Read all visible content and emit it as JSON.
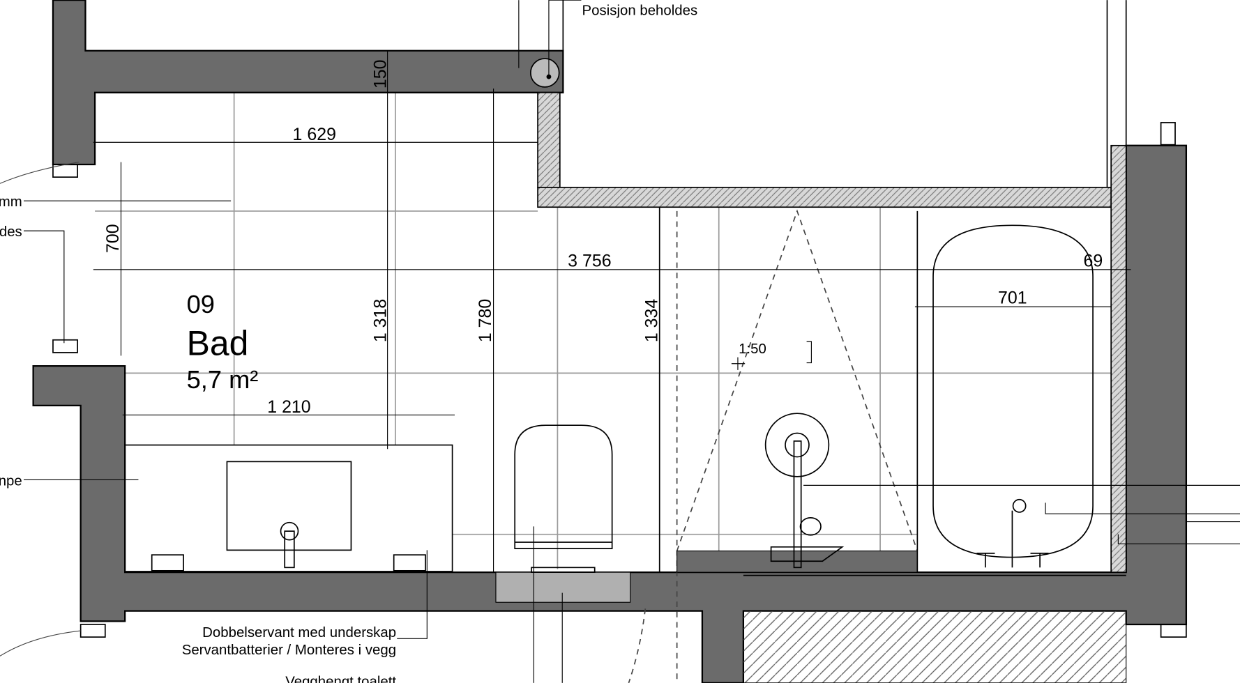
{
  "room": {
    "number": "09",
    "name": "Bad",
    "area": "5,7 m²"
  },
  "dimensions": {
    "d150": "150",
    "d1629": "1 629",
    "d700": "700",
    "d3756": "3 756",
    "d69": "69",
    "d701": "701",
    "d1318": "1 318",
    "d1780": "1 780",
    "d1334": "1 334",
    "d1210": "1 210"
  },
  "scale": "1:50",
  "labels": {
    "posisjon": "Posisjon beholdes",
    "left_mm": "mm",
    "left_des": "des",
    "left_mpe": "npe",
    "servant_line1": "Dobbelservant med underskap",
    "servant_line2": "Servantbatterier / Monteres i vegg",
    "toalett": "Vegghengt toalett"
  }
}
